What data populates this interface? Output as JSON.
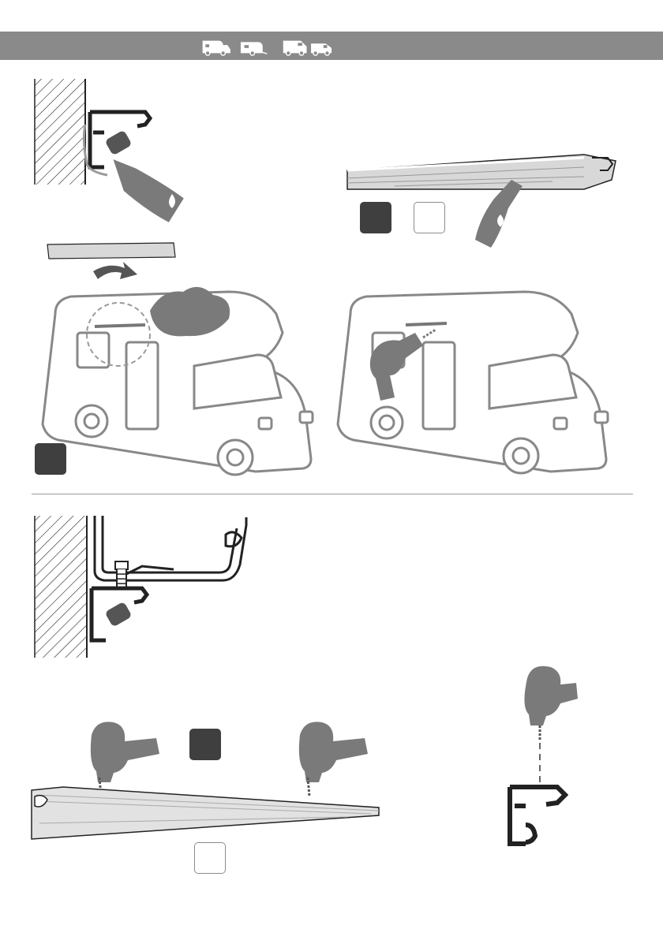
{
  "header": {
    "vehicle_icons": [
      "motorhome-icon",
      "caravan-icon",
      "campervan-icon",
      "van-icon"
    ],
    "bar_color": "#8a8a8a"
  },
  "colors": {
    "dark_square": "#3f3f3f",
    "light_square_border": "#8c8c8c",
    "tool_gray": "#808080",
    "line": "#222222"
  },
  "steps": [
    {
      "id": "top-left",
      "icons": [
        "wall-section-icon",
        "rail-profile-icon",
        "adhesive-tube-icon"
      ]
    },
    {
      "id": "top-right",
      "icons": [
        "rail-perspective-icon",
        "dark-square-icon",
        "light-square-icon",
        "adhesive-tube-icon"
      ]
    },
    {
      "id": "middle-left",
      "icons": [
        "rail-small-icon",
        "arrow-icon",
        "motorhome-icon",
        "cleaning-cloth-icon",
        "dark-square-icon"
      ]
    },
    {
      "id": "middle-right",
      "icons": [
        "motorhome-icon",
        "drill-icon"
      ]
    },
    {
      "id": "lower-left",
      "icons": [
        "wall-section-icon",
        "rail-profile-icon",
        "screw-icon",
        "awning-profile-icon"
      ]
    },
    {
      "id": "bottom",
      "icons": [
        "drill-icon",
        "drill-icon",
        "dark-square-icon",
        "rail-perspective-icon",
        "light-square-icon",
        "drill-icon",
        "rail-profile-icon"
      ]
    }
  ]
}
